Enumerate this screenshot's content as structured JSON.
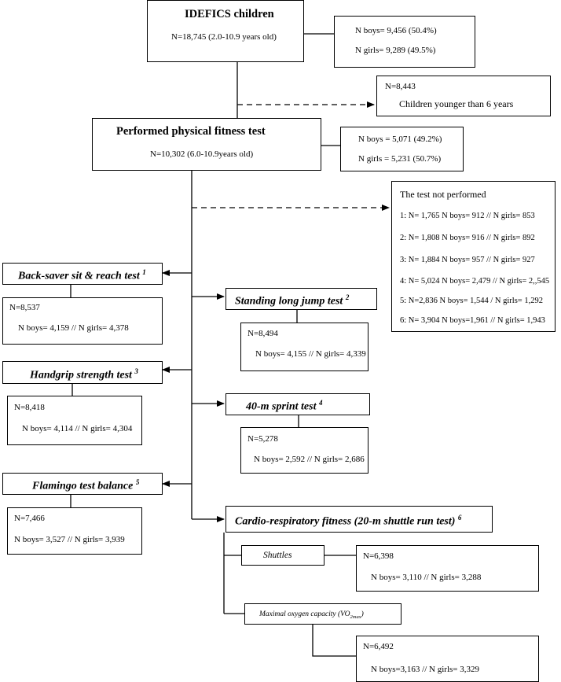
{
  "root": {
    "title": "IDEFICS children",
    "n": "N=18,745 (2.0-10.9 years old)",
    "boys": "N boys= 9,456 (50.4%)",
    "girls": "N girls= 9,289 (49.5%)"
  },
  "excluded_young": {
    "n": "N=8,443",
    "label": "Children younger than 6 years"
  },
  "performed": {
    "title": "Performed physical fitness test",
    "n": "N=10,302 (6.0-10.9years old)",
    "boys": "N boys = 5,071 (49.2%)",
    "girls": "N girls = 5,231 (50.7%)"
  },
  "not_performed": {
    "title": "The test not performed",
    "rows": [
      "1: N= 1,765      N boys= 912 // N girls= 853",
      "2: N= 1,808      N boys= 916  // N girls= 892",
      "3: N= 1,884      N boys= 957 // N girls= 927",
      "4: N= 5,024      N boys=  2,479 // N girls= 2,,545",
      "5:  N=2,836      N boys=  1,544 / N girls= 1,292",
      "6: N= 3,904      N boys=1,961 // N girls= 1,943"
    ]
  },
  "tests": {
    "sit_reach": {
      "label": "Back-saver sit & reach test",
      "sup": "1",
      "n": "N=8,537",
      "split": "N boys= 4,159 // N girls= 4,378"
    },
    "long_jump": {
      "label": "Standing long jump test",
      "sup": "2",
      "n": "N=8,494",
      "split": "N boys=  4,155 // N girls= 4,339"
    },
    "handgrip": {
      "label": "Handgrip strength test",
      "sup": "3",
      "n": "N=8,418",
      "split": "N boys=  4,114 // N girls= 4,304"
    },
    "sprint": {
      "label": "40-m sprint test",
      "sup": "4",
      "n": "N=5,278",
      "split": "N boys=  2,592 // N girls= 2,686"
    },
    "flamingo": {
      "label": "Flamingo test balance",
      "sup": "5",
      "n": "N=7,466",
      "split": "N boys=  3,527 // N girls= 3,939"
    },
    "cardio": {
      "label": "Cardio-respiratory fitness (20-m shuttle run test)",
      "sup": "6"
    }
  },
  "shuttles": {
    "label": "Shuttles",
    "n": "N=6,398",
    "split": "N boys= 3,110  // N girls= 3,288"
  },
  "vo2": {
    "label": "Maximal oxygen capacity (VO",
    "sub": "2max",
    "close": ")",
    "n": "N=6,492",
    "split": "N boys=3,163 // N girls= 3,329"
  }
}
